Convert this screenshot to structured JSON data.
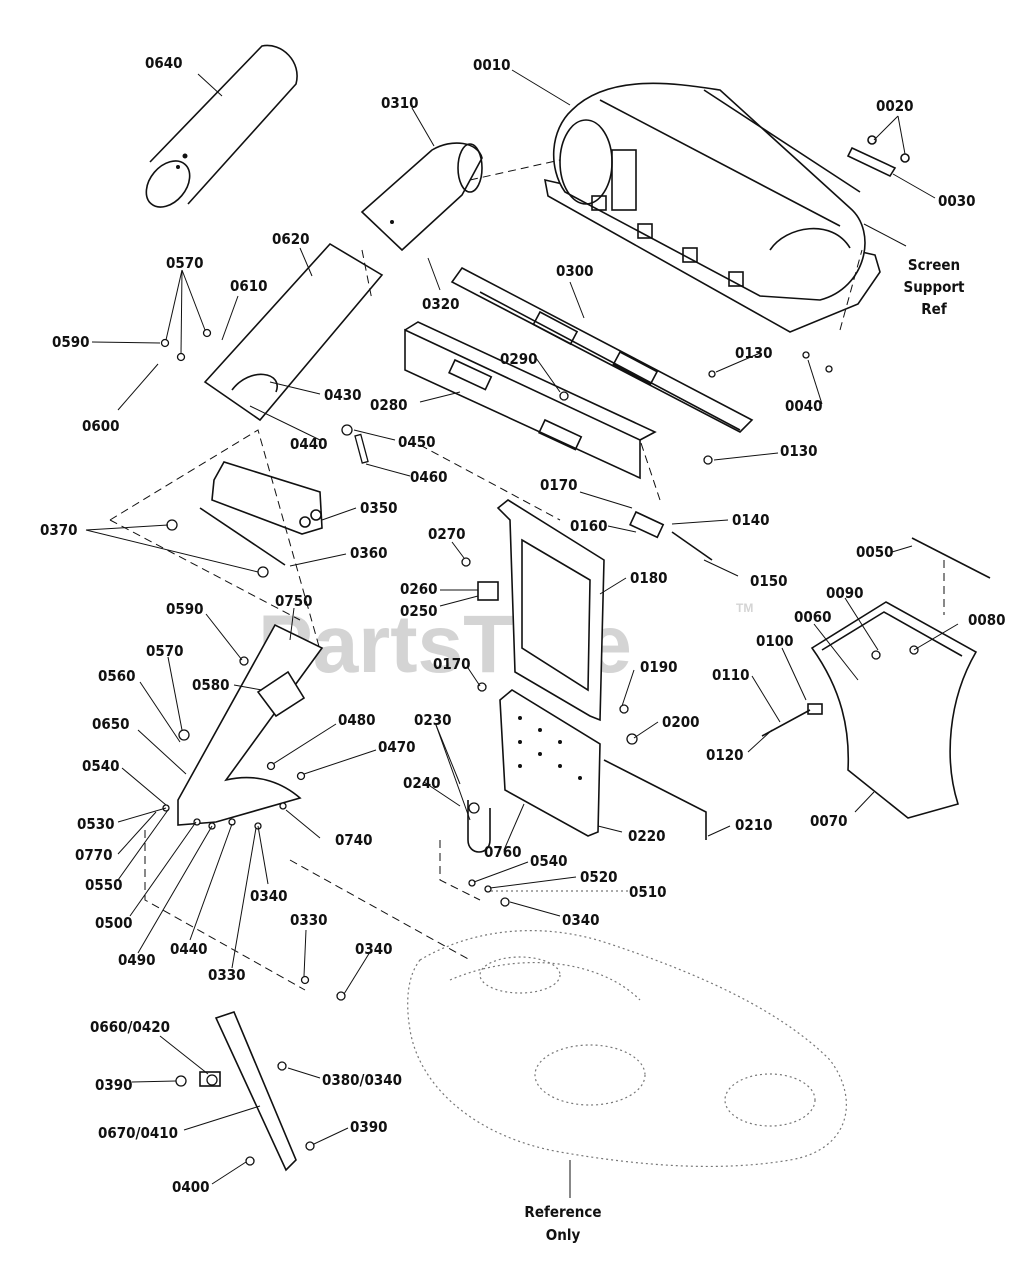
{
  "watermark": {
    "text": "PartsTree",
    "tm": "TM"
  },
  "callouts": [
    {
      "id": "c0640",
      "text": "0640"
    },
    {
      "id": "c0010",
      "text": "0010"
    },
    {
      "id": "c0310",
      "text": "0310"
    },
    {
      "id": "c0020",
      "text": "0020"
    },
    {
      "id": "c0030",
      "text": "0030"
    },
    {
      "id": "c0620",
      "text": "0620"
    },
    {
      "id": "c0570a",
      "text": "0570"
    },
    {
      "id": "c0610",
      "text": "0610"
    },
    {
      "id": "c0320",
      "text": "0320"
    },
    {
      "id": "c0300",
      "text": "0300"
    },
    {
      "id": "c0590a",
      "text": "0590"
    },
    {
      "id": "c0600",
      "text": "0600"
    },
    {
      "id": "c0430",
      "text": "0430"
    },
    {
      "id": "c0290",
      "text": "0290"
    },
    {
      "id": "c0130a",
      "text": "0130"
    },
    {
      "id": "c0280",
      "text": "0280"
    },
    {
      "id": "c0040",
      "text": "0040"
    },
    {
      "id": "c0440a",
      "text": "0440"
    },
    {
      "id": "c0450",
      "text": "0450"
    },
    {
      "id": "c0130b",
      "text": "0130"
    },
    {
      "id": "c0460",
      "text": "0460"
    },
    {
      "id": "c0170a",
      "text": "0170"
    },
    {
      "id": "c0350",
      "text": "0350"
    },
    {
      "id": "c0370",
      "text": "0370"
    },
    {
      "id": "c0270",
      "text": "0270"
    },
    {
      "id": "c0160",
      "text": "0160"
    },
    {
      "id": "c0140",
      "text": "0140"
    },
    {
      "id": "c0360",
      "text": "0360"
    },
    {
      "id": "c0050",
      "text": "0050"
    },
    {
      "id": "c0150",
      "text": "0150"
    },
    {
      "id": "c0180",
      "text": "0180"
    },
    {
      "id": "c0260",
      "text": "0260"
    },
    {
      "id": "c0090",
      "text": "0090"
    },
    {
      "id": "c0750",
      "text": "0750"
    },
    {
      "id": "c0250",
      "text": "0250"
    },
    {
      "id": "c0590b",
      "text": "0590"
    },
    {
      "id": "c0060",
      "text": "0060"
    },
    {
      "id": "c0080",
      "text": "0080"
    },
    {
      "id": "c0100",
      "text": "0100"
    },
    {
      "id": "c0570b",
      "text": "0570"
    },
    {
      "id": "c0170b",
      "text": "0170"
    },
    {
      "id": "c0190",
      "text": "0190"
    },
    {
      "id": "c0560",
      "text": "0560"
    },
    {
      "id": "c0580",
      "text": "0580"
    },
    {
      "id": "c0110",
      "text": "0110"
    },
    {
      "id": "c0650",
      "text": "0650"
    },
    {
      "id": "c0480",
      "text": "0480"
    },
    {
      "id": "c0230",
      "text": "0230"
    },
    {
      "id": "c0200",
      "text": "0200"
    },
    {
      "id": "c0470",
      "text": "0470"
    },
    {
      "id": "c0120",
      "text": "0120"
    },
    {
      "id": "c0540a",
      "text": "0540"
    },
    {
      "id": "c0240",
      "text": "0240"
    },
    {
      "id": "c0530",
      "text": "0530"
    },
    {
      "id": "c0740",
      "text": "0740"
    },
    {
      "id": "c0220",
      "text": "0220"
    },
    {
      "id": "c0210",
      "text": "0210"
    },
    {
      "id": "c0070",
      "text": "0070"
    },
    {
      "id": "c0770",
      "text": "0770"
    },
    {
      "id": "c0760",
      "text": "0760"
    },
    {
      "id": "c0540b",
      "text": "0540"
    },
    {
      "id": "c0550",
      "text": "0550"
    },
    {
      "id": "c0520",
      "text": "0520"
    },
    {
      "id": "c0340a",
      "text": "0340"
    },
    {
      "id": "c0510",
      "text": "0510"
    },
    {
      "id": "c0500",
      "text": "0500"
    },
    {
      "id": "c0340b",
      "text": "0340"
    },
    {
      "id": "c0330a",
      "text": "0330"
    },
    {
      "id": "c0490",
      "text": "0490"
    },
    {
      "id": "c0440b",
      "text": "0440"
    },
    {
      "id": "c0340c",
      "text": "0340"
    },
    {
      "id": "c0330b",
      "text": "0330"
    },
    {
      "id": "c0660",
      "text": "0660/0420"
    },
    {
      "id": "c0390a",
      "text": "0390"
    },
    {
      "id": "c0380",
      "text": "0380/0340"
    },
    {
      "id": "c0670",
      "text": "0670/0410"
    },
    {
      "id": "c0390b",
      "text": "0390"
    },
    {
      "id": "c0400",
      "text": "0400"
    }
  ],
  "notes": {
    "screen_support": [
      "Screen",
      "Support",
      "Ref"
    ],
    "reference_only": [
      "Reference",
      "Only"
    ]
  }
}
